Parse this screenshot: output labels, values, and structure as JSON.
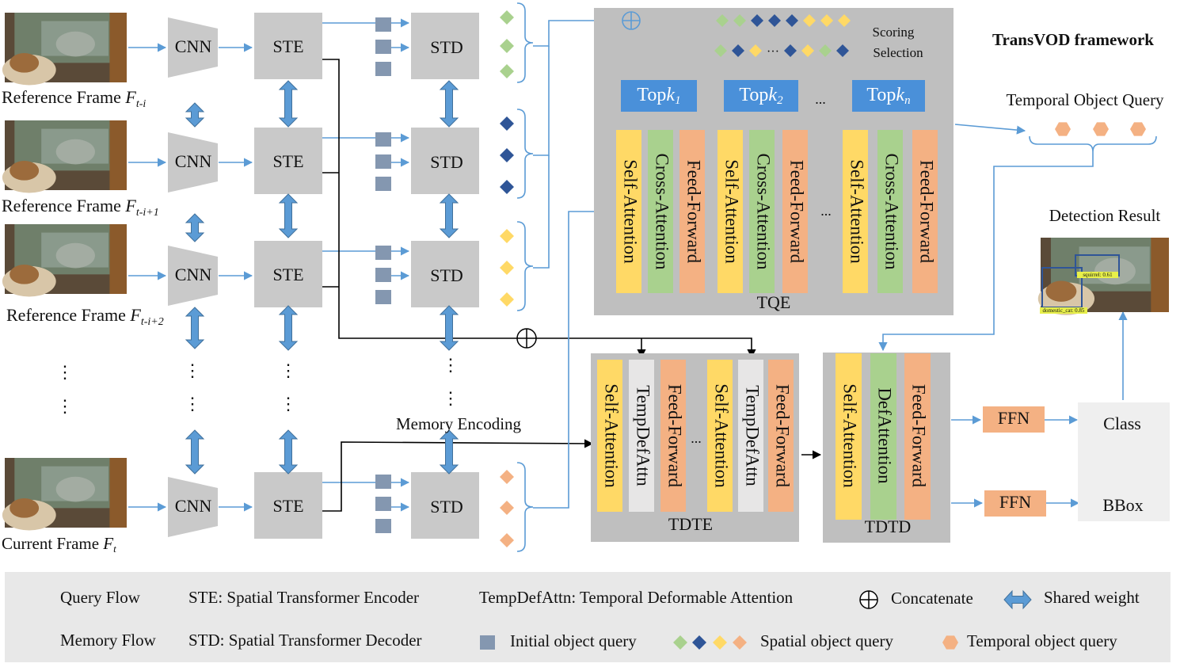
{
  "title": "TransVOD framework",
  "frames": [
    {
      "label": "Reference Frame ",
      "var": "F",
      "sub": "t-i"
    },
    {
      "label": "Reference Frame ",
      "var": "F",
      "sub": "t-i+1"
    },
    {
      "label": "Reference Frame ",
      "var": "F",
      "sub": "t-i+2"
    },
    {
      "label": "Current Frame ",
      "var": "F",
      "sub": "t"
    }
  ],
  "blocks": {
    "cnn": "CNN",
    "ste": "STE",
    "std": "STD",
    "ffn": "FFN",
    "class": "Class",
    "bbox": "BBox"
  },
  "tqe": {
    "label": "TQE",
    "scoring": "Scoring",
    "selection": "Selection",
    "topk": [
      {
        "text": "Top",
        "var": "k",
        "sub": "1"
      },
      {
        "text": "Top",
        "var": "k",
        "sub": "2"
      },
      {
        "text": "Top",
        "var": "k",
        "sub": "n"
      }
    ],
    "layers": [
      "Self-Attention",
      "Cross-Attention",
      "Feed-Forward"
    ],
    "ellipsis": "..."
  },
  "tdte": {
    "label": "TDTE",
    "layers": [
      "Self-Attention",
      "TempDefAttn",
      "Feed-Forward"
    ],
    "ellipsis": "..."
  },
  "tdtd": {
    "label": "TDTD",
    "layers": [
      "Self-Attention",
      "DefAttention",
      "Feed-Forward"
    ]
  },
  "labels": {
    "memory_encoding": "Memory  Encoding",
    "temporal_object_query": "Temporal Object Query",
    "detection_result": "Detection Result",
    "det_squirrel": "squirrel: 0.61",
    "det_cat": "domestic_cat: 0.85",
    "vdots": "⋮"
  },
  "legend": {
    "query_flow": "Query Flow",
    "memory_flow": "Memory Flow",
    "ste_def": "STE: Spatial Transformer Encoder",
    "std_def": "STD: Spatial Transformer Decoder",
    "tempdefattn_def": "TempDefAttn: Temporal Deformable Attention",
    "concatenate": "Concatenate",
    "shared_weight": "Shared weight",
    "initial_query": "Initial object query",
    "spatial_query": "Spatial object query",
    "temporal_query": "Temporal object query"
  },
  "colors": {
    "block_gray": "#c9c9c9",
    "panel_gray": "#bfbfbf",
    "legend_bg": "#e8e8e8",
    "query_blue": "#5b9bd5",
    "topk_blue": "#4a90d9",
    "yellow": "#ffd966",
    "green": "#a9d18e",
    "orange": "#f4b183",
    "light_gray": "#e7e6e6",
    "initial_query": "#8497b0",
    "diamond_green": "#a9d18e",
    "diamond_navy": "#2f5597",
    "diamond_yellow": "#ffd966",
    "diamond_orange": "#f4b183",
    "hexagon_orange": "#f4b183",
    "memory_black": "#000000"
  }
}
